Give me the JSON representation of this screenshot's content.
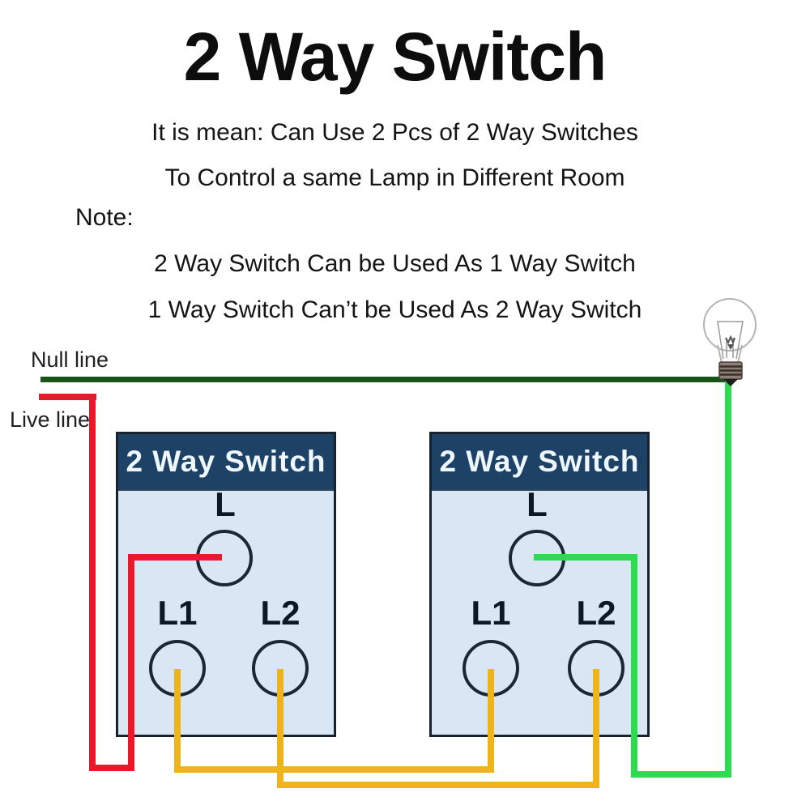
{
  "title": "2 Way Switch",
  "description": {
    "line1": "It is mean: Can Use 2 Pcs of 2 Way Switches",
    "line2": "To Control a same Lamp in Different Room"
  },
  "note": {
    "label": "Note:",
    "line1": "2 Way Switch Can be Used As 1 Way Switch",
    "line2": "1 Way Switch Can’t be Used As 2 Way Switch"
  },
  "wire_labels": {
    "null_line": "Null line",
    "live_line": "Live line"
  },
  "switches": [
    {
      "header": "2 Way Switch",
      "terminals": {
        "l": "L",
        "l1": "L1",
        "l2": "L2"
      }
    },
    {
      "header": "2 Way Switch",
      "terminals": {
        "l": "L",
        "l1": "L1",
        "l2": "L2"
      }
    }
  ],
  "icons": {
    "bulb": "light-bulb-icon"
  },
  "colors": {
    "null_wire": "#175517",
    "live_wire": "#e8192b",
    "traveler_wire": "#efb41c",
    "lamp_wire": "#2ddc4e",
    "switch_header_bg": "#1d4266",
    "switch_body_bg": "#d9e7f4",
    "switch_border": "#18222e"
  }
}
